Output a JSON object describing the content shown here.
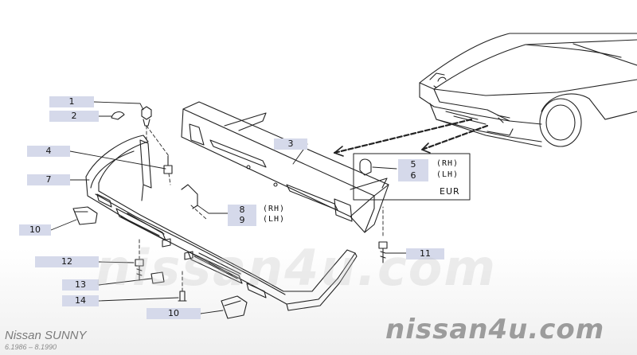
{
  "diagram": {
    "vehicle": "Nissan SUNNY",
    "dates": "6.1986 – 8.1990",
    "watermark": "nissan4u.com",
    "brand": "nissan4u.com",
    "region_label": "EUR",
    "callouts": [
      {
        "number": "1"
      },
      {
        "number": "2"
      },
      {
        "number": "3"
      },
      {
        "number": "4"
      },
      {
        "number": "5",
        "side": "(RH)"
      },
      {
        "number": "6",
        "side": "(LH)"
      },
      {
        "number": "7"
      },
      {
        "number": "8",
        "side": "(RH)"
      },
      {
        "number": "9",
        "side": "(LH)"
      },
      {
        "number": "10"
      },
      {
        "number": "11"
      },
      {
        "number": "12"
      },
      {
        "number": "13"
      },
      {
        "number": "14"
      },
      {
        "number": "10"
      }
    ]
  }
}
